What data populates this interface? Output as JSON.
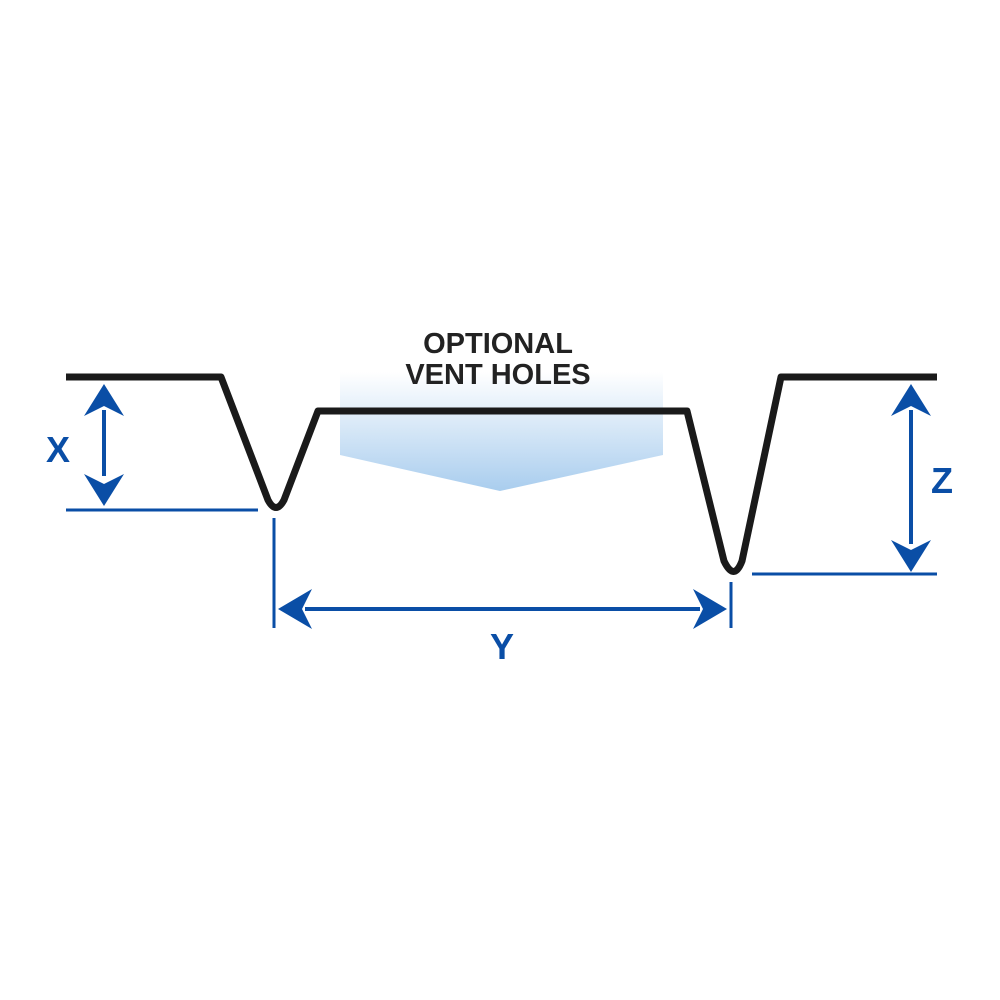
{
  "annotation": {
    "line1": "OPTIONAL",
    "line2": "VENT HOLES"
  },
  "dimensions": {
    "x_label": "X",
    "y_label": "Y",
    "z_label": "Z"
  },
  "colors": {
    "profile": "#1a1a1a",
    "dimension": "#0a4ea6",
    "vent_fill_top": "#ffffff",
    "vent_fill_bottom": "#a9cdee",
    "label_dark": "#222222"
  }
}
